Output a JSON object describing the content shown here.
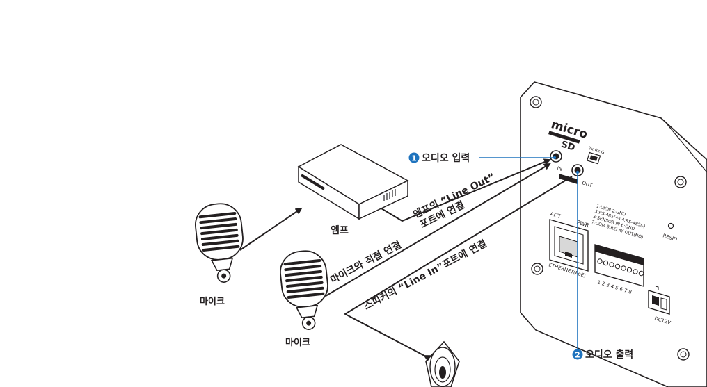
{
  "labels": {
    "mic1": "마이크",
    "mic2": "마이크",
    "amp": "엠프",
    "cable_amp_line1": "엠프의 “Line Out”",
    "cable_amp_line2": "포트에 연결",
    "cable_mic": "마이크와 직접 연결",
    "cable_speaker": "스피커의 “Line In”포트에 연결"
  },
  "callouts": [
    {
      "number": "1",
      "text": "오디오 입력"
    },
    {
      "number": "2",
      "text": "오디오 출력"
    }
  ],
  "device": {
    "brand_top": "micro",
    "brand_bottom": "SD",
    "port_in": "IN",
    "port_out": "OUT",
    "act": "ACT",
    "pwr": "PWR",
    "ethernet": "ETHERNET(PoE)",
    "txrx": "Tx Rx G",
    "terminal_lines": [
      "1:DI(IN 2:GND",
      "3:RS-485(+) 4:RS-485(-)",
      "5:SENSOR IN 6:GND",
      "7:COM 8:RELAY OUT(NO)"
    ],
    "terminal_numbers": "1 2 3 4 5 6 7 8",
    "reset": "RESET",
    "dc": "DC12V"
  },
  "colors": {
    "callout": "#1e73be",
    "line": "#231f20"
  }
}
